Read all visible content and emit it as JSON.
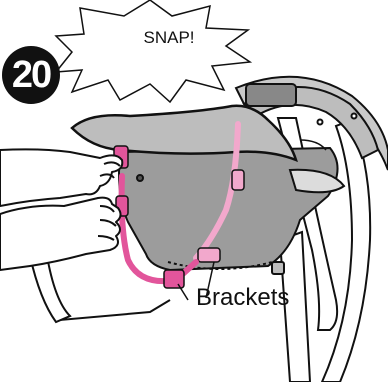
{
  "step": {
    "number": "20"
  },
  "sound_effect": {
    "text": "SNAP!"
  },
  "callout": {
    "label": "Brackets"
  },
  "colors": {
    "bracket": "#e2559b",
    "bracket_light": "#f2a8cc",
    "seat_gray": "#9c9c9c",
    "canopy_gray": "#bdbdbd",
    "outline": "#111111"
  },
  "icons": [
    "starburst-bubble",
    "hand",
    "bracket-clip"
  ]
}
